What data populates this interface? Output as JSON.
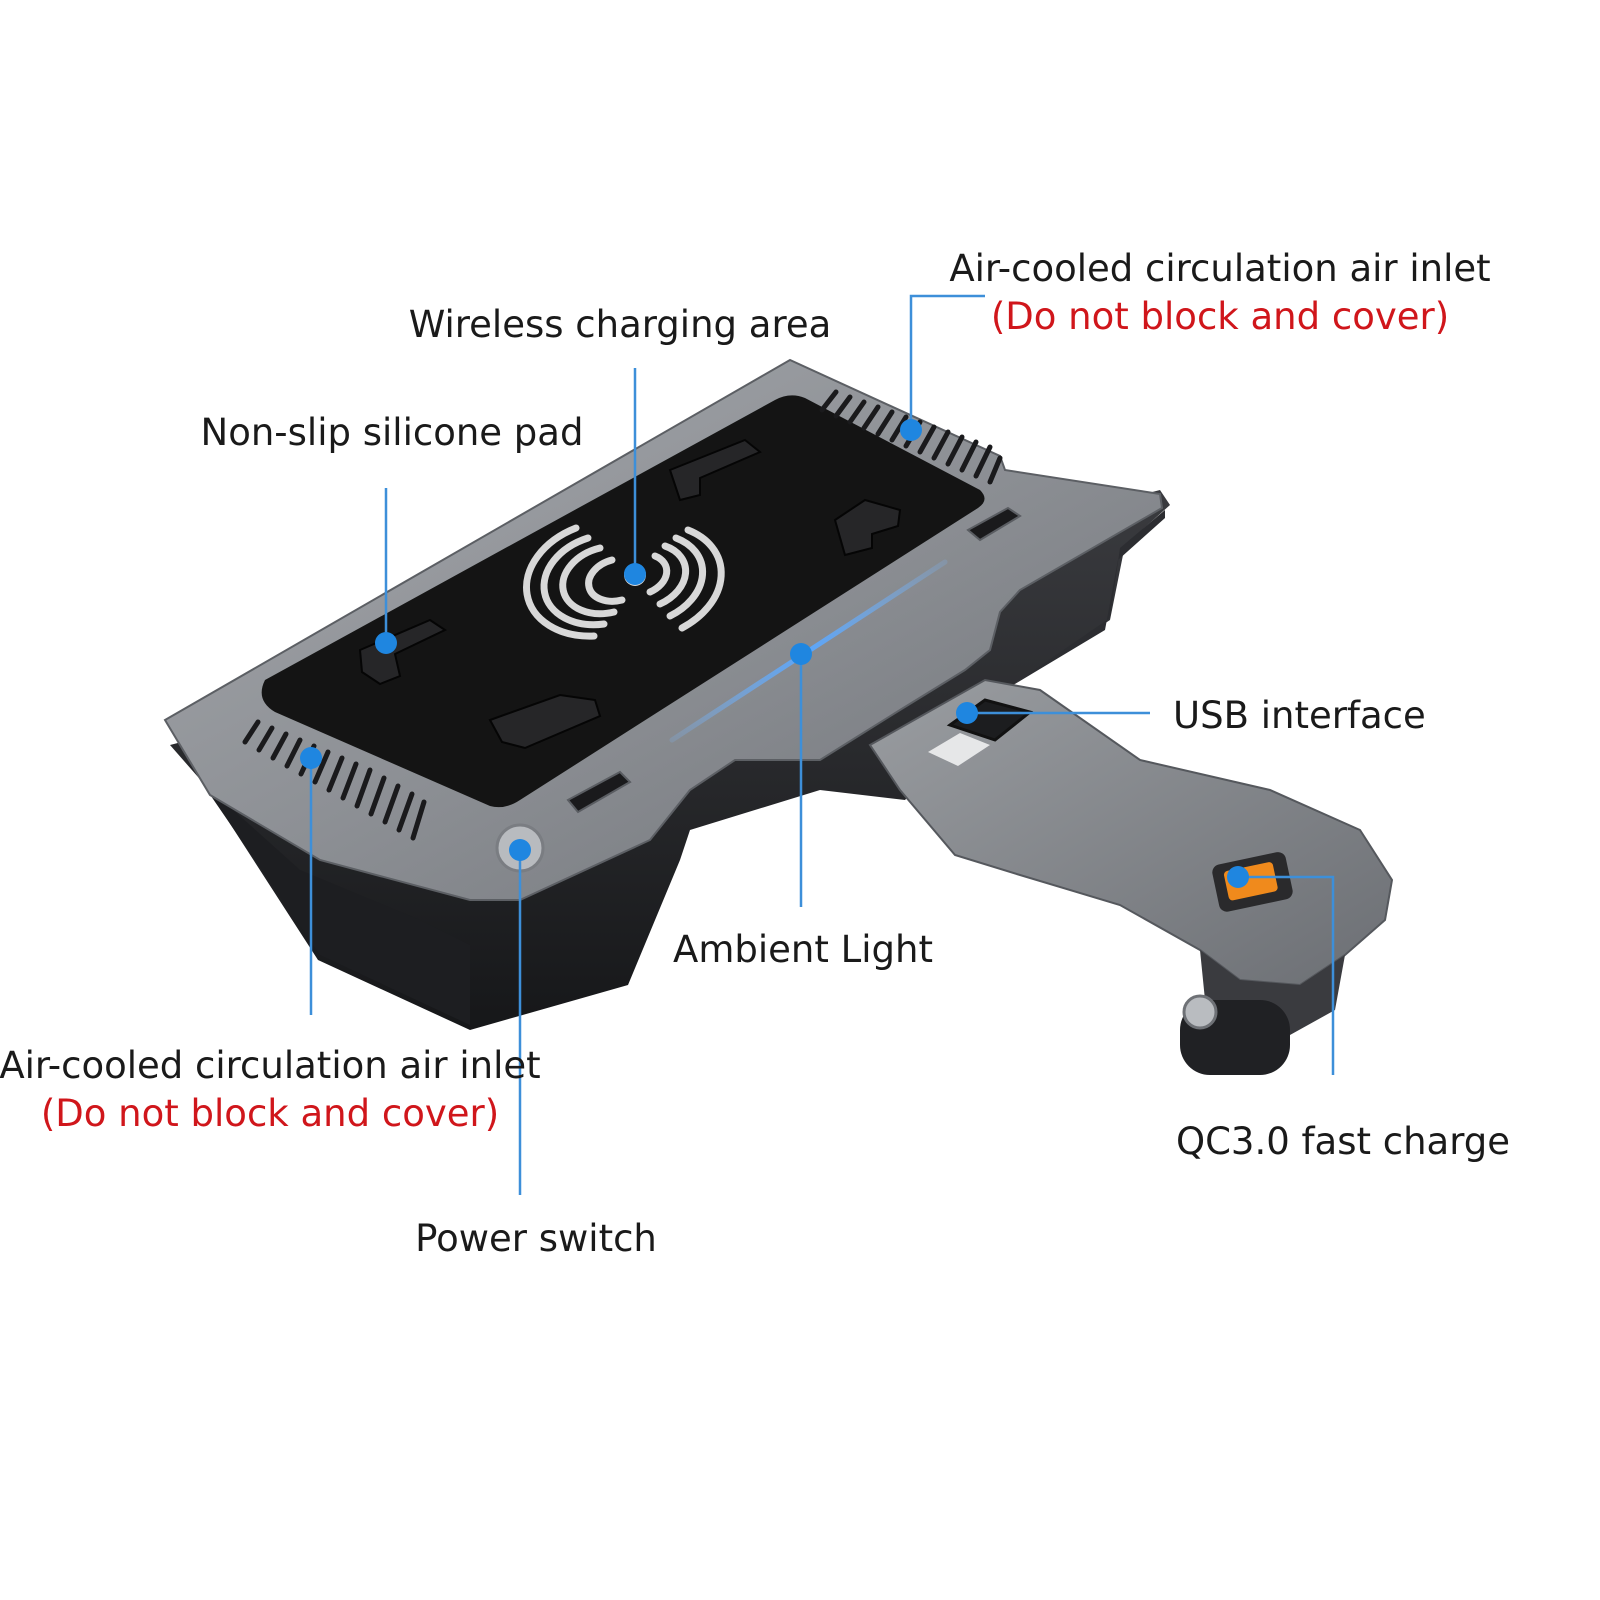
{
  "callouts": {
    "top_air_inlet": {
      "label": "Air-cooled circulation air inlet",
      "warning": "(Do not block and cover)"
    },
    "wireless_charging_area": {
      "label": "Wireless charging area"
    },
    "non_slip_pad": {
      "label": "Non-slip silicone pad"
    },
    "usb_interface": {
      "label": "USB interface"
    },
    "ambient_light": {
      "label": "Ambient Light"
    },
    "bottom_air_inlet": {
      "label": "Air-cooled circulation air inlet",
      "warning": "(Do not block and cover)"
    },
    "qc_fast_charge": {
      "label": "QC3.0 fast charge"
    },
    "power_switch": {
      "label": "Power switch"
    }
  },
  "colors": {
    "callout_line": "#3d8fd9",
    "callout_dot": "#1f86e0",
    "label_text": "#1a1a1a",
    "warning_text": "#d0161b",
    "housing_top": "#8a8d92",
    "housing_side": "#2a2b2e",
    "pad_black": "#141414",
    "ambient_light": "#5aa7ff",
    "usb_orange": "#f08a1c"
  }
}
